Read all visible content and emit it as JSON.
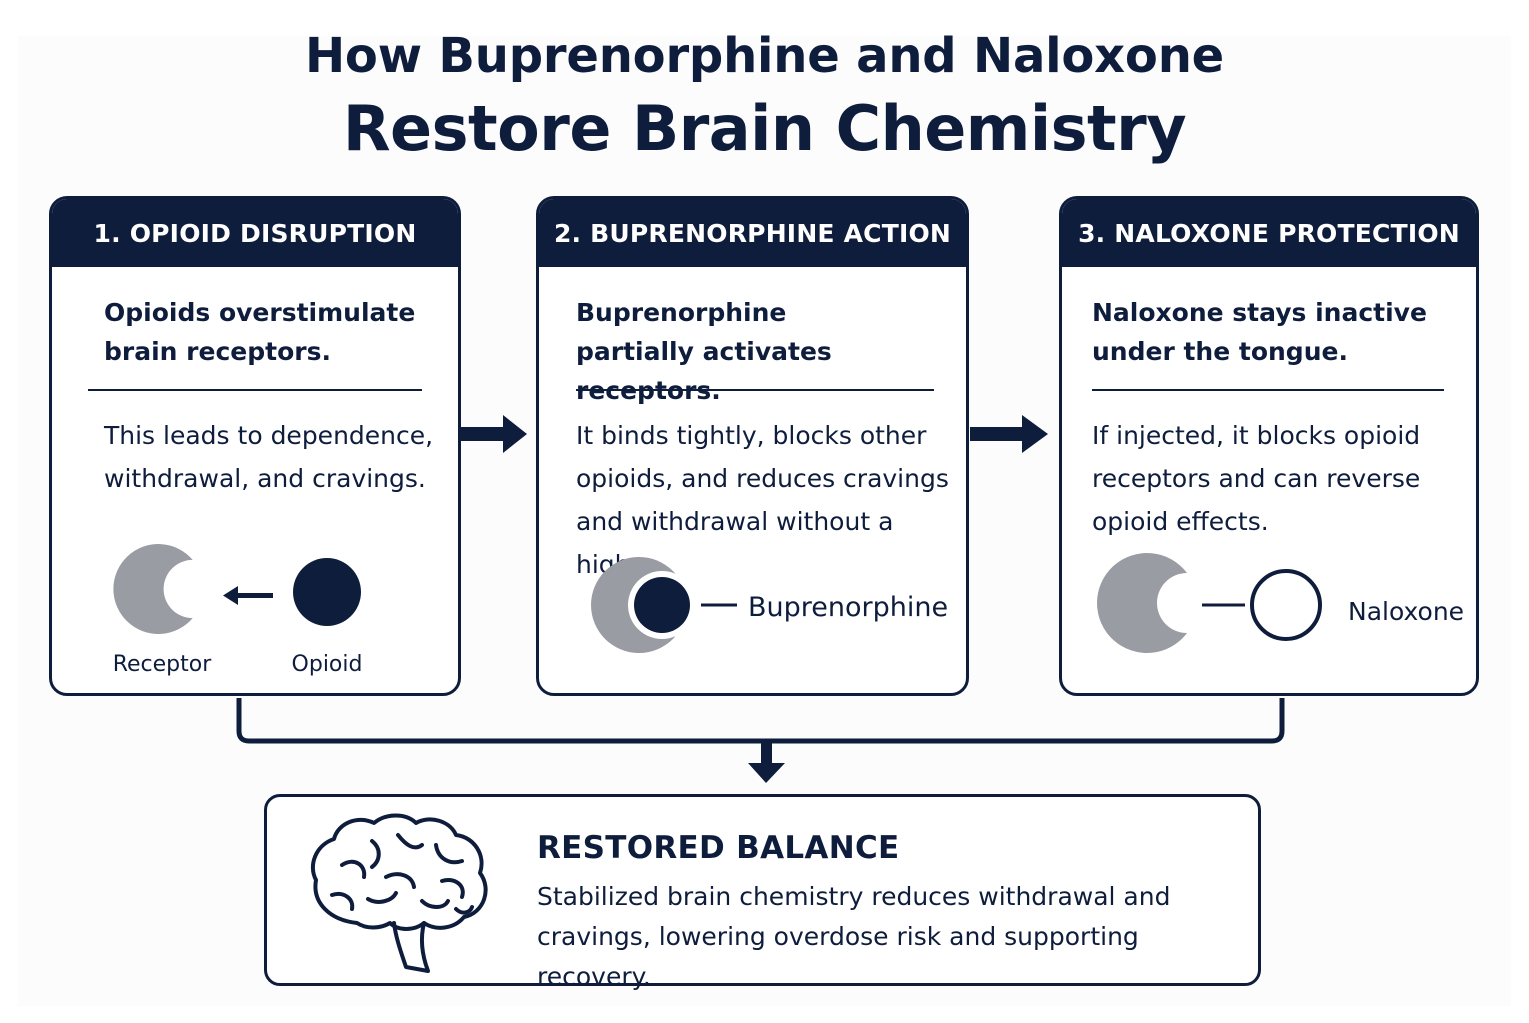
{
  "title": {
    "line1": "How Buprenorphine and Naloxone",
    "line2": "Restore Brain Chemistry"
  },
  "steps": [
    {
      "header": "1. OPIOID DISRUPTION",
      "lead": "Opioids overstimulate brain receptors.",
      "body": "This leads to dependence, withdrawal, and cravings.",
      "labels": {
        "receptor": "Receptor",
        "opioid": "Opioid"
      }
    },
    {
      "header": "2. BUPRENORPHINE ACTION",
      "lead": "Buprenorphine partially activates receptors.",
      "body": "It binds tightly, blocks other opioids, and reduces cravings and withdrawal without a high.",
      "labels": {
        "drug": "Buprenorphine"
      }
    },
    {
      "header": "3. NALOXONE PROTECTION",
      "lead": "Naloxone stays inactive under the tongue.",
      "body": "If injected, it blocks opioid receptors and can reverse opioid effects.",
      "labels": {
        "drug": "Naloxone"
      }
    }
  ],
  "result": {
    "title": "RESTORED BALANCE",
    "body": "Stabilized brain chemistry reduces withdrawal and cravings, lowering overdose risk and supporting recovery."
  },
  "icons": [
    "receptor-icon",
    "opioid-icon",
    "buprenorphine-icon",
    "naloxone-icon",
    "brain-icon",
    "arrow-icon"
  ],
  "colors": {
    "navy": "#0f1d3d",
    "receptor_gray": "#9a9ca3",
    "background": "#ffffff"
  }
}
